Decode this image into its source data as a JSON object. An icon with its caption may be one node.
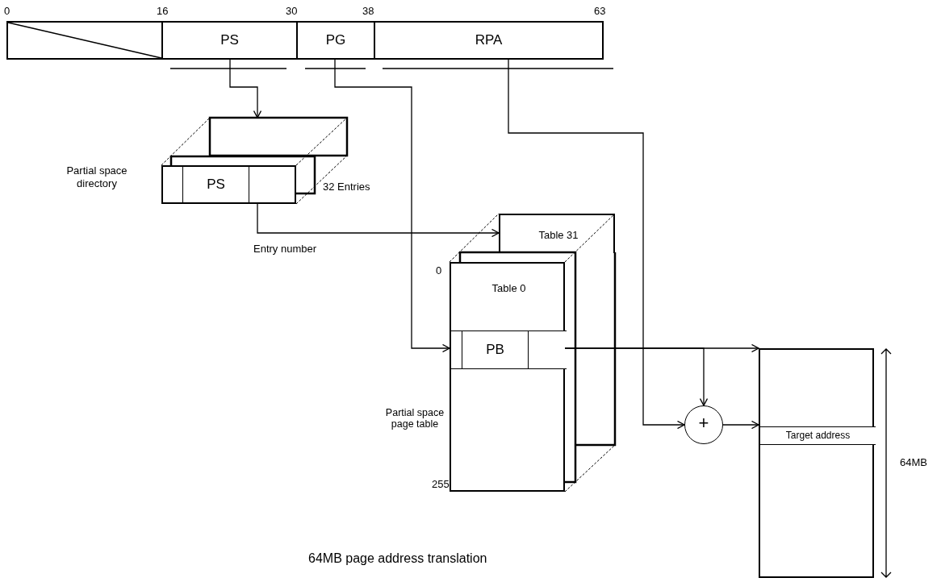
{
  "diagram": {
    "caption": "64MB page address translation",
    "nodes": [
      {
        "text": [],
        "shape": "box"
      },
      {
        "text": [
          "PS"
        ]
      },
      {
        "text": [
          "PG"
        ]
      },
      {
        "text": [
          "RPA"
        ]
      },
      {
        "text": [
          "Partial space directory"
        ],
        "beside": [
          "32 Entries"
        ]
      },
      {
        "text": [
          "PS"
        ],
        "in": 4
      },
      {
        "text": [
          "Table 31"
        ]
      },
      {
        "text": [
          "Table 0"
        ]
      },
      {
        "text": [
          "PB"
        ],
        "in": 7
      },
      {
        "text": [
          "+"
        ]
      },
      {
        "text": [],
        "shape": "box"
      },
      {
        "text": [
          "Target address"
        ],
        "in": 10
      }
    ],
    "edges": [
      {
        "from": 1,
        "to": 4,
        "arrow": "to"
      },
      {
        "from": 2,
        "to": 8,
        "arrow": "to"
      },
      {
        "from": 5,
        "to": 6,
        "arrow": "to",
        "label": "Entry number"
      },
      {
        "from": 3,
        "to": 9,
        "arrow": "to"
      },
      {
        "from": 8,
        "to": 10,
        "arrow": "to"
      },
      {
        "from": 8,
        "to": 9,
        "arrow": "to"
      },
      {
        "from": 9,
        "to": 11,
        "arrow": "to"
      }
    ],
    "labels": [
      "0",
      "16",
      "30",
      "38",
      "63",
      "0",
      "Partial space page table",
      "64MB",
      "255"
    ]
  }
}
